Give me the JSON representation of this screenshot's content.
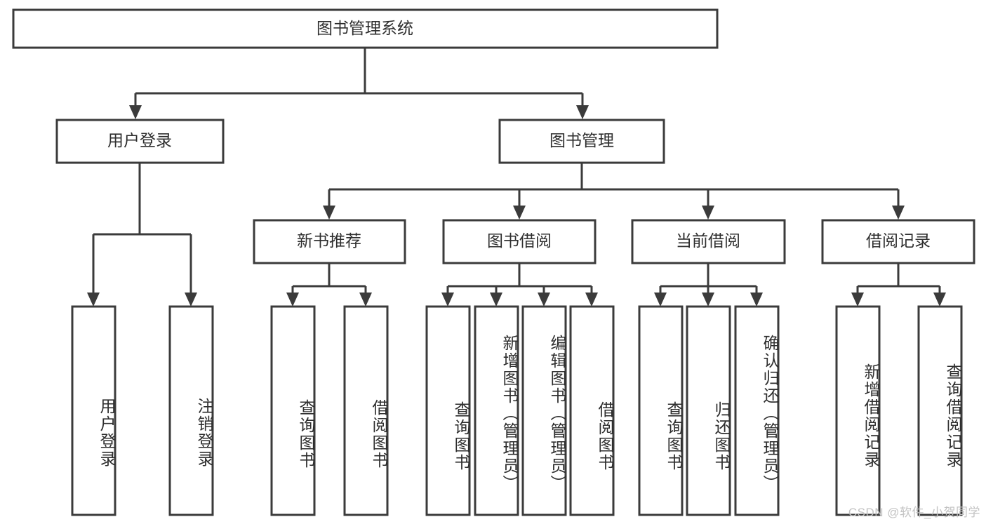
{
  "diagram": {
    "title": "图书管理系统",
    "type": "hierarchy-tree",
    "orientation": "top-down",
    "root": {
      "id": "root",
      "label": "图书管理系统"
    },
    "level2": [
      {
        "id": "user-login",
        "label": "用户登录"
      },
      {
        "id": "book-management",
        "label": "图书管理"
      }
    ],
    "level3": [
      {
        "id": "new-book-recommend",
        "label": "新书推荐",
        "parent": "book-management"
      },
      {
        "id": "book-borrow",
        "label": "图书借阅",
        "parent": "book-management"
      },
      {
        "id": "current-borrow",
        "label": "当前借阅",
        "parent": "book-management"
      },
      {
        "id": "borrow-record",
        "label": "借阅记录",
        "parent": "book-management"
      }
    ],
    "leaves": {
      "user-login": [
        {
          "id": "leaf-user-login",
          "label": "用户登录"
        },
        {
          "id": "leaf-user-logout",
          "label": "注销登录"
        }
      ],
      "new-book-recommend": [
        {
          "id": "leaf-query-book-1",
          "label": "查询图书"
        },
        {
          "id": "leaf-borrow-book-1",
          "label": "借阅图书"
        }
      ],
      "book-borrow": [
        {
          "id": "leaf-query-book-2",
          "label": "查询图书"
        },
        {
          "id": "leaf-add-book",
          "label": "新增图书（管理员）"
        },
        {
          "id": "leaf-edit-book",
          "label": "编辑图书（管理员）"
        },
        {
          "id": "leaf-borrow-book-2",
          "label": "借阅图书"
        }
      ],
      "current-borrow": [
        {
          "id": "leaf-query-book-3",
          "label": "查询图书"
        },
        {
          "id": "leaf-return-book",
          "label": "归还图书"
        },
        {
          "id": "leaf-confirm-return",
          "label": "确认归还（管理员）"
        }
      ],
      "borrow-record": [
        {
          "id": "leaf-add-record",
          "label": "新增借阅记录"
        },
        {
          "id": "leaf-query-record",
          "label": "查询借阅记录"
        }
      ]
    }
  },
  "watermark": {
    "text": "CSDN @软件_小贺同学"
  },
  "colors": {
    "stroke": "#3b3b3b",
    "box_fill": "#ffffff",
    "text": "#2e2e2e",
    "background": "#ffffff",
    "watermark": "#c3c3c3"
  }
}
